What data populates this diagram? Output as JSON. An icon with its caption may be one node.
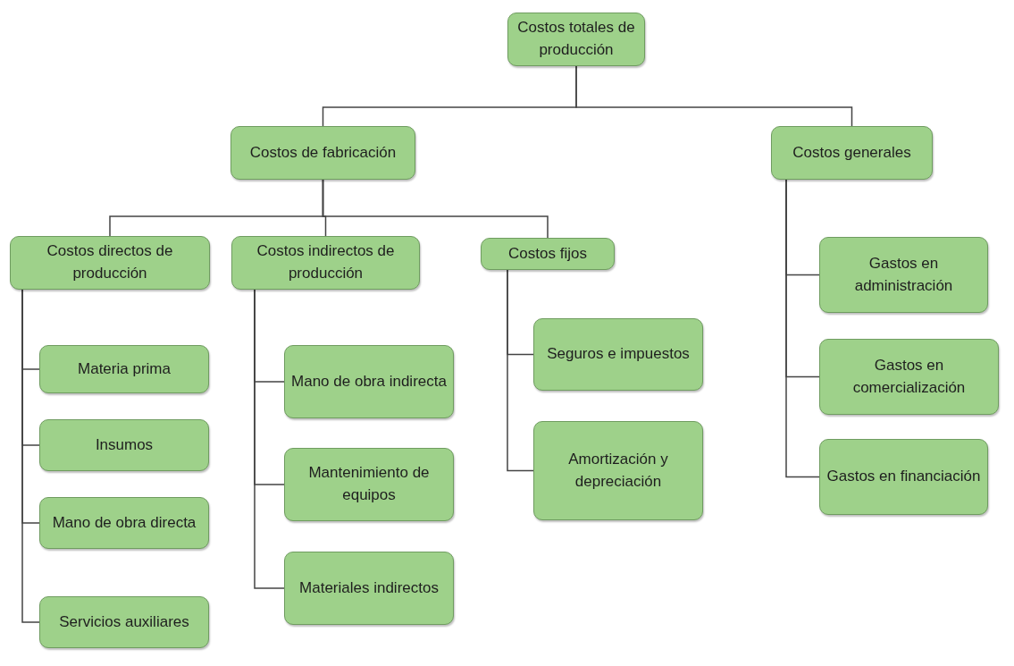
{
  "diagram": {
    "nodes": [
      {
        "text": [
          "Costos totales de producción"
        ]
      },
      {
        "text": [
          "Costos de fabricación"
        ]
      },
      {
        "text": [
          "Costos generales"
        ]
      },
      {
        "text": [
          "Costos directos de producción"
        ]
      },
      {
        "text": [
          "Costos indirectos de producción"
        ]
      },
      {
        "text": [
          "Costos fijos"
        ]
      },
      {
        "text": [
          "Materia prima"
        ]
      },
      {
        "text": [
          "Insumos"
        ]
      },
      {
        "text": [
          "Mano de obra directa"
        ]
      },
      {
        "text": [
          "Servicios auxiliares"
        ]
      },
      {
        "text": [
          "Mano de obra indirecta"
        ]
      },
      {
        "text": [
          "Mantenimiento de equipos"
        ]
      },
      {
        "text": [
          "Materiales indirectos"
        ]
      },
      {
        "text": [
          "Seguros e impuestos"
        ]
      },
      {
        "text": [
          "Amortización y depreciación"
        ]
      },
      {
        "text": [
          "Gastos en administración"
        ]
      },
      {
        "text": [
          "Gastos en comercialización"
        ]
      },
      {
        "text": [
          "Gastos en financiación"
        ]
      }
    ],
    "edges": [
      {
        "from": 0,
        "to": 1,
        "arrow": "none"
      },
      {
        "from": 0,
        "to": 2,
        "arrow": "none"
      },
      {
        "from": 1,
        "to": 3,
        "arrow": "none"
      },
      {
        "from": 1,
        "to": 4,
        "arrow": "none"
      },
      {
        "from": 1,
        "to": 5,
        "arrow": "none"
      },
      {
        "from": 3,
        "to": 6,
        "arrow": "none"
      },
      {
        "from": 3,
        "to": 7,
        "arrow": "none"
      },
      {
        "from": 3,
        "to": 8,
        "arrow": "none"
      },
      {
        "from": 3,
        "to": 9,
        "arrow": "none"
      },
      {
        "from": 4,
        "to": 10,
        "arrow": "none"
      },
      {
        "from": 4,
        "to": 11,
        "arrow": "none"
      },
      {
        "from": 4,
        "to": 12,
        "arrow": "none"
      },
      {
        "from": 5,
        "to": 13,
        "arrow": "none"
      },
      {
        "from": 5,
        "to": 14,
        "arrow": "none"
      },
      {
        "from": 2,
        "to": 15,
        "arrow": "none"
      },
      {
        "from": 2,
        "to": 16,
        "arrow": "none"
      },
      {
        "from": 2,
        "to": 17,
        "arrow": "none"
      }
    ]
  }
}
